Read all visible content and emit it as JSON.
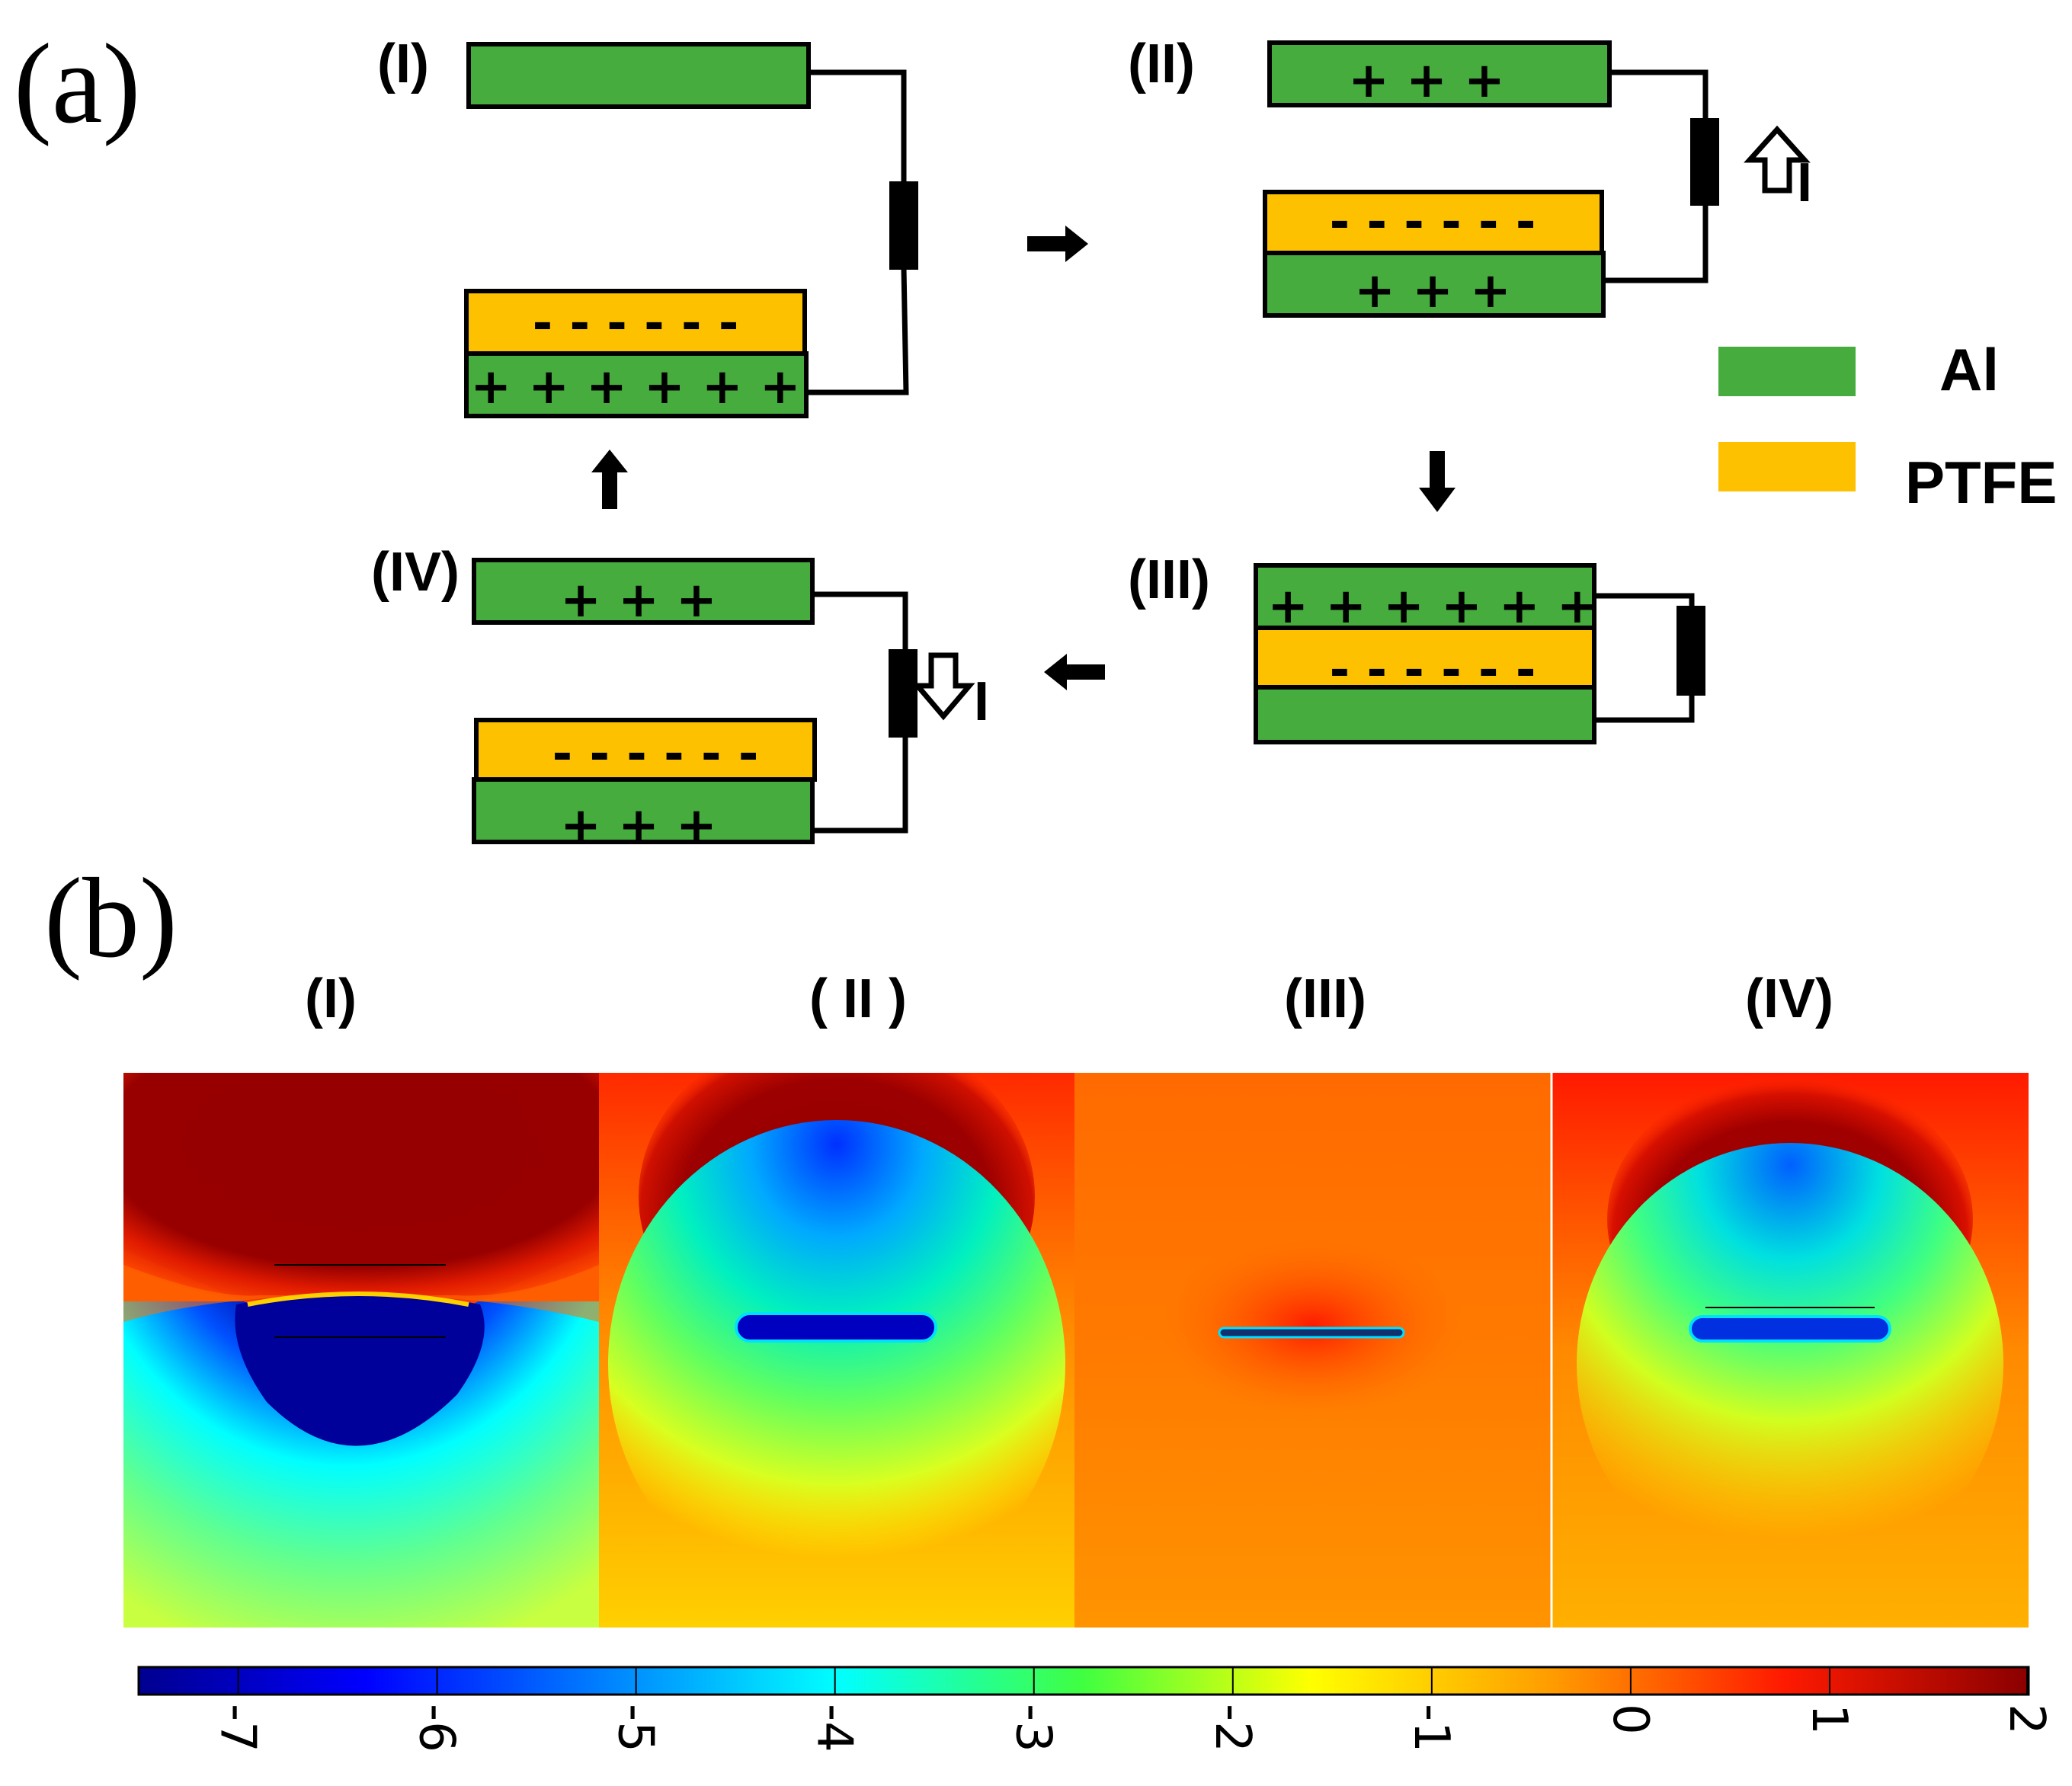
{
  "colors": {
    "al": "#46ac3e",
    "ptfe": "#fdc100",
    "line": "#000000"
  },
  "panel_a": {
    "label": "(a)",
    "stages": [
      {
        "id": "I",
        "label": "(I)",
        "top_plate_signs": "",
        "ptfe_signs": "- - - - - -",
        "bottom_plate_signs": "+ + + + + +",
        "current_label": ""
      },
      {
        "id": "II",
        "label": "(II)",
        "top_plate_signs": "+ + +",
        "ptfe_signs": "- - - - - -",
        "bottom_plate_signs": "+ + +",
        "current_label": "I",
        "current_direction": "up"
      },
      {
        "id": "III",
        "label": "(III)",
        "top_plate_signs": "+ + + + + +",
        "ptfe_signs": "- - - - - -",
        "bottom_plate_signs": "",
        "current_label": ""
      },
      {
        "id": "IV",
        "label": "(IV)",
        "top_plate_signs": "+ + +",
        "ptfe_signs": "- - - - - -",
        "bottom_plate_signs": "+ + +",
        "current_label": "I",
        "current_direction": "down"
      }
    ],
    "legend": [
      {
        "name": "Al",
        "color": "#46ac3e"
      },
      {
        "name": "PTFE",
        "color": "#fdc100"
      }
    ]
  },
  "panel_b": {
    "label": "(b)",
    "maps": [
      {
        "id": "I",
        "label": "(I)"
      },
      {
        "id": "II",
        "label": "( II )"
      },
      {
        "id": "III",
        "label": "(III)"
      },
      {
        "id": "IV",
        "label": "(IV)"
      }
    ],
    "colorbar": {
      "min": -7.5,
      "max": 2,
      "ticks": [
        -7,
        -6,
        -5,
        -4,
        -3,
        -2,
        -1,
        0,
        1,
        2
      ],
      "tick_labels": [
        "-7",
        "-6",
        "-5",
        "-4",
        "-3",
        "-2",
        "-1",
        "0",
        "1",
        "2"
      ],
      "colormap": "jet"
    }
  }
}
